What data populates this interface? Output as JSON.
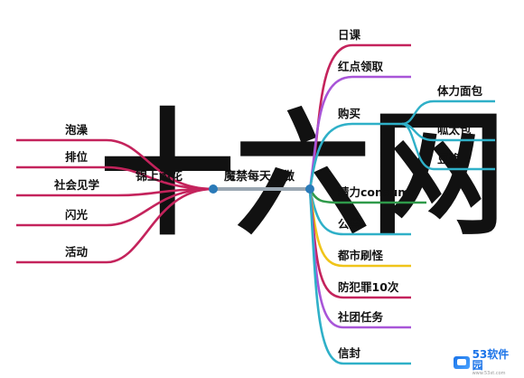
{
  "watermark": "十六网",
  "center": {
    "left_label": "锦上添花",
    "right_label": "魔禁每天必做"
  },
  "left_branches": [
    {
      "label": "泡澡"
    },
    {
      "label": "排位"
    },
    {
      "label": "社会见学"
    },
    {
      "label": "闪光"
    },
    {
      "label": "活动"
    }
  ],
  "right_branches": [
    {
      "label": "日课"
    },
    {
      "label": "红点领取"
    },
    {
      "label": "购买",
      "children": [
        {
          "label": "体力面包"
        },
        {
          "label": "呱太包"
        },
        {
          "label": "豆浆"
        }
      ]
    },
    {
      "label": "精力consume"
    },
    {
      "label": "公共"
    },
    {
      "label": "都市刷怪"
    },
    {
      "label": "防犯罪10次"
    },
    {
      "label": "社团任务"
    },
    {
      "label": "信封"
    }
  ],
  "colors": {
    "magenta": "#c4235c",
    "purple": "#a855d8",
    "cyan": "#2fb0c8",
    "green": "#2f9a4a",
    "yellow": "#f0c419",
    "hub": "#2a7ab8",
    "connector": "#9aa7b2"
  },
  "logo": {
    "text": "53软件园",
    "sub": "www.53xt.com"
  }
}
